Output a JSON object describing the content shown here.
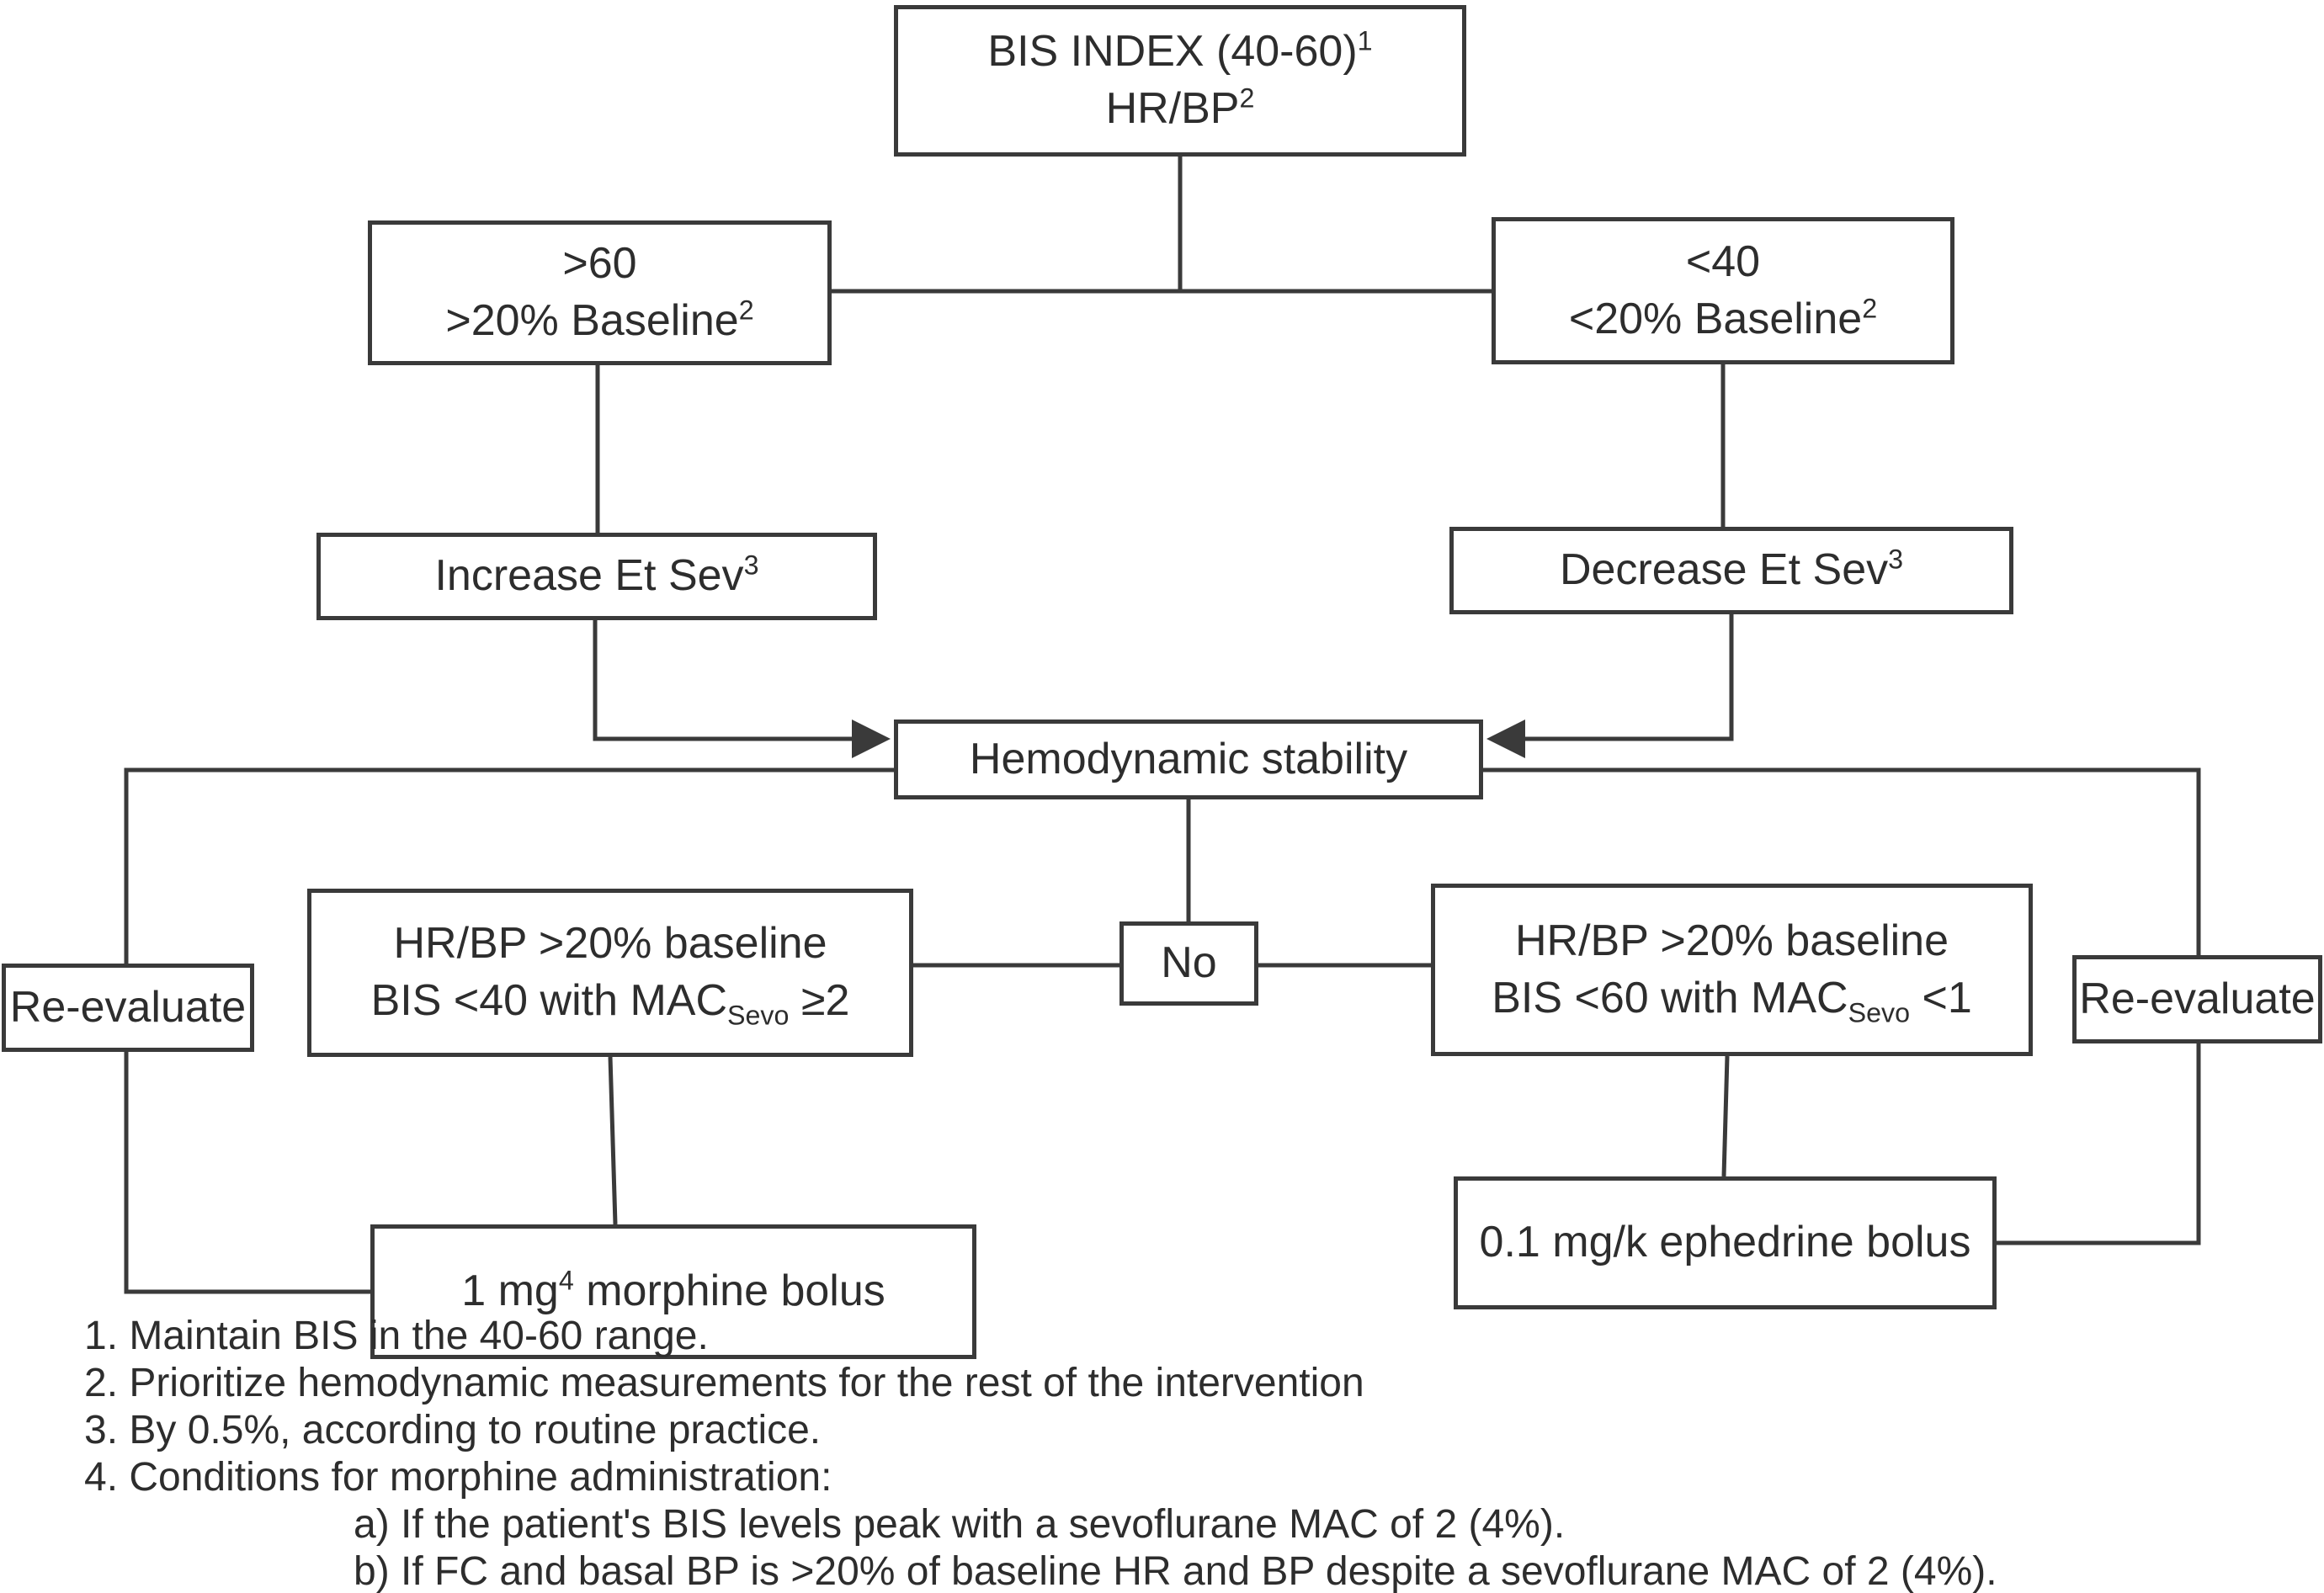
{
  "nodes": {
    "bis_index": {
      "lines": [
        "BIS INDEX (40-60)^{1}",
        "HR/BP^{2}"
      ]
    },
    "high_branch": {
      "lines": [
        ">60",
        ">20% Baseline^{2}"
      ]
    },
    "low_branch": {
      "lines": [
        "<40",
        "<20% Baseline^{2}"
      ]
    },
    "increase_sev": {
      "lines": [
        "Increase Et Sev^{3}"
      ]
    },
    "decrease_sev": {
      "lines": [
        "Decrease Et Sev^{3}"
      ]
    },
    "hemodynamic": {
      "lines": [
        "Hemodynamic stability"
      ]
    },
    "no": {
      "lines": [
        "No"
      ]
    },
    "cond_left": {
      "lines": [
        "HR/BP >20% baseline",
        "BIS <40 with MAC_{Sevo} ≥2"
      ]
    },
    "cond_right": {
      "lines": [
        "HR/BP >20% baseline",
        "BIS <60 with MAC_{Sevo} <1"
      ]
    },
    "reevaluate_left": {
      "lines": [
        "Re-evaluate"
      ]
    },
    "reevaluate_right": {
      "lines": [
        "Re-evaluate"
      ]
    },
    "morphine_bolus": {
      "lines": [
        "1 mg^{4} morphine bolus"
      ]
    },
    "ephedrine_bolus": {
      "lines": [
        "0.1 mg/k ephedrine bolus"
      ]
    }
  },
  "footnotes": [
    "1. Maintain BIS in the 40-60 range.",
    "2. Prioritize hemodynamic measurements for the rest of the intervention",
    "3. By 0.5%, according to routine practice.",
    "4. Conditions for morphine administration:",
    "a) If the patient's BIS levels peak with a sevoflurane MAC of 2 (4%).",
    "b) If FC and basal BP is >20% of baseline HR and BP despite a sevoflurane MAC of 2 (4%)."
  ],
  "colors": {
    "line": "#3a3a3a",
    "text": "#2d2d2d",
    "background": "#ffffff",
    "box_border": "#3a3a3a"
  }
}
